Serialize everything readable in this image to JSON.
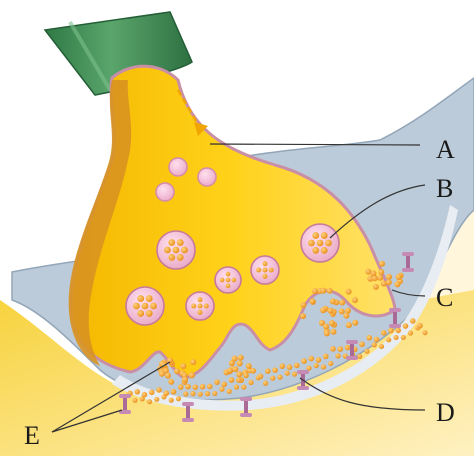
{
  "diagram": {
    "labels": {
      "A": "A",
      "B": "B",
      "C": "C",
      "D": "D",
      "E": "E"
    },
    "colors": {
      "axon": "#3f8f56",
      "terminal": "#f7c400",
      "terminal_edge": "#c98a1c",
      "membrane": "#c98fa6",
      "postsynaptic": "#bccbd9",
      "cleft": "#e7edf3",
      "vesicle": "#f2a33a",
      "receptor": "#a96a97",
      "arrow": "#f0a500",
      "leader": "#333333"
    }
  }
}
